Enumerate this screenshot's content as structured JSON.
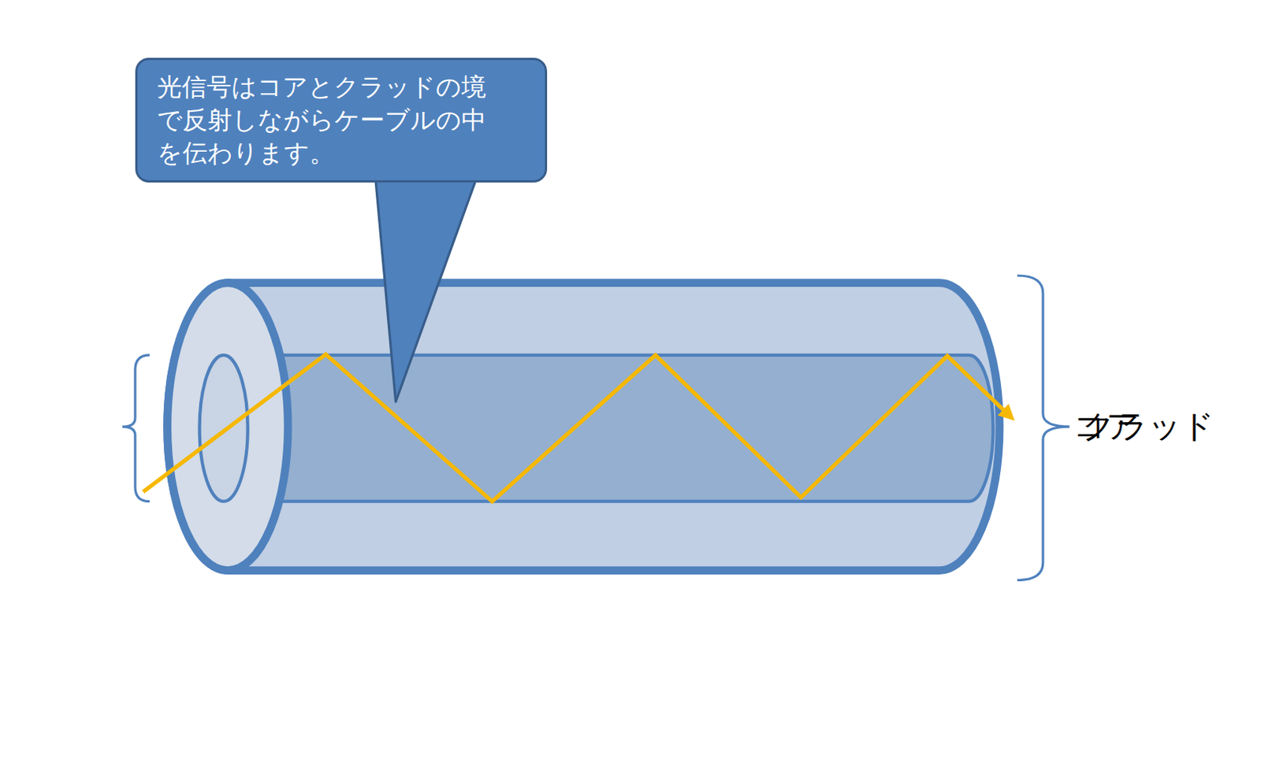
{
  "diagram": {
    "nodes": [
      {
        "text": [
          "光信号はコアとクラッドの境 で反射しながらケーブルの中 を伝わります。"
        ]
      }
    ],
    "labels": [
      "コア",
      "クラッド"
    ]
  }
}
